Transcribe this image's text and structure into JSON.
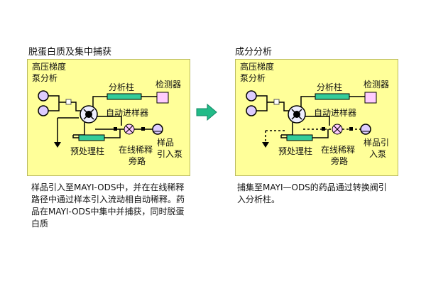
{
  "colors": {
    "panel_bg": "#ffff99",
    "column_fill": "#33cc99",
    "detector_fill": "#ffccff",
    "pump_fill": "#ddccff",
    "arrow_fill": "#22bb88"
  },
  "left": {
    "title": "脱蛋白质及集中捕获",
    "pump_label_1": "高压梯度",
    "pump_label_2": "泵分析",
    "analysis_column": "分析柱",
    "detector": "检测器",
    "autosampler": "自动进样器",
    "pretreatment_column": "预处理柱",
    "dilution_1": "在线稀释",
    "dilution_2": "旁路",
    "sample_pump_1": "样品",
    "sample_pump_2": "引入泵",
    "caption": "样品引入至MAYI-ODS中，并在在线稀释路径中通过样本引入流动相自动稀释。药品在MAYI-ODS中集中并捕获，同时脱蛋白质"
  },
  "right": {
    "title": "成分分析",
    "pump_label_1": "高压梯度",
    "pump_label_2": "泵分析",
    "analysis_column": "分析柱",
    "detector": "检测器",
    "autosampler": "自动进样器",
    "pretreatment_column": "预处理柱",
    "dilution_1": "在线稀释",
    "dilution_2": "旁路",
    "sample_pump_1": "样品引",
    "sample_pump_2": "入泵",
    "caption": "捕集至MAYI—ODS的药品通过转换阀引入分析柱。"
  },
  "arrow_icon": "right-arrow-icon"
}
